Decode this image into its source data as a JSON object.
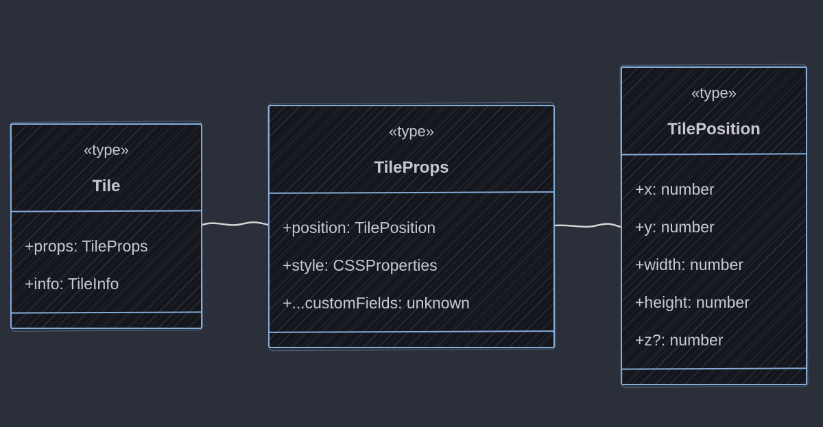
{
  "diagram": {
    "kind": "uml-class-diagram",
    "background": "#2b2f39",
    "box_fill": "#15161b",
    "border_color": "#85add9",
    "text_color": "#c7c8d1",
    "connector_color": "#d4d4d4"
  },
  "classes": [
    {
      "stereotype": "«type»",
      "name": "Tile",
      "members": [
        "+props: TileProps",
        "+info: TileInfo"
      ]
    },
    {
      "stereotype": "«type»",
      "name": "TileProps",
      "members": [
        "+position: TilePosition",
        "+style: CSSProperties",
        "+...customFields: unknown"
      ]
    },
    {
      "stereotype": "«type»",
      "name": "TilePosition",
      "members": [
        "+x: number",
        "+y: number",
        "+width: number",
        "+height: number",
        "+z?: number"
      ]
    }
  ],
  "relations": [
    {
      "from": "Tile",
      "to": "TileProps",
      "type": "link"
    },
    {
      "from": "TileProps",
      "to": "TilePosition",
      "type": "link"
    }
  ]
}
